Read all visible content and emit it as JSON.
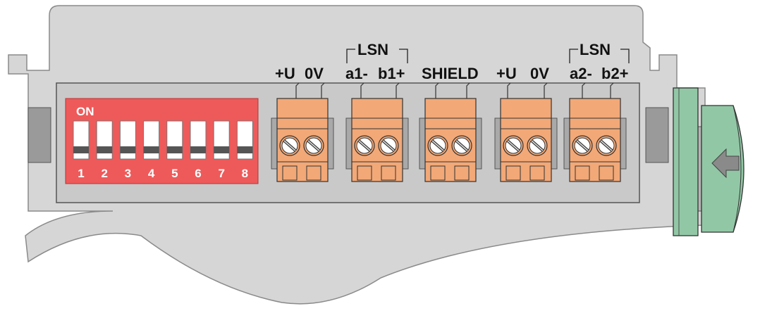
{
  "dip_switch": {
    "on_label": "ON",
    "numbers": [
      "1",
      "2",
      "3",
      "4",
      "5",
      "6",
      "7",
      "8"
    ],
    "color": "#ee5a5a"
  },
  "terminal_labels": {
    "u1": "+U",
    "ov1": "0V",
    "a1": "a1-",
    "b1": "b1+",
    "shield": "SHIELD",
    "u2": "+U",
    "ov2": "0V",
    "a2": "a2-",
    "b2": "b2+"
  },
  "group_labels": {
    "lsn1": "LSN",
    "lsn2": "LSN"
  },
  "colors": {
    "housing": "#d6d6d6",
    "terminal": "#f2a877",
    "connector": "#92c7a6"
  }
}
